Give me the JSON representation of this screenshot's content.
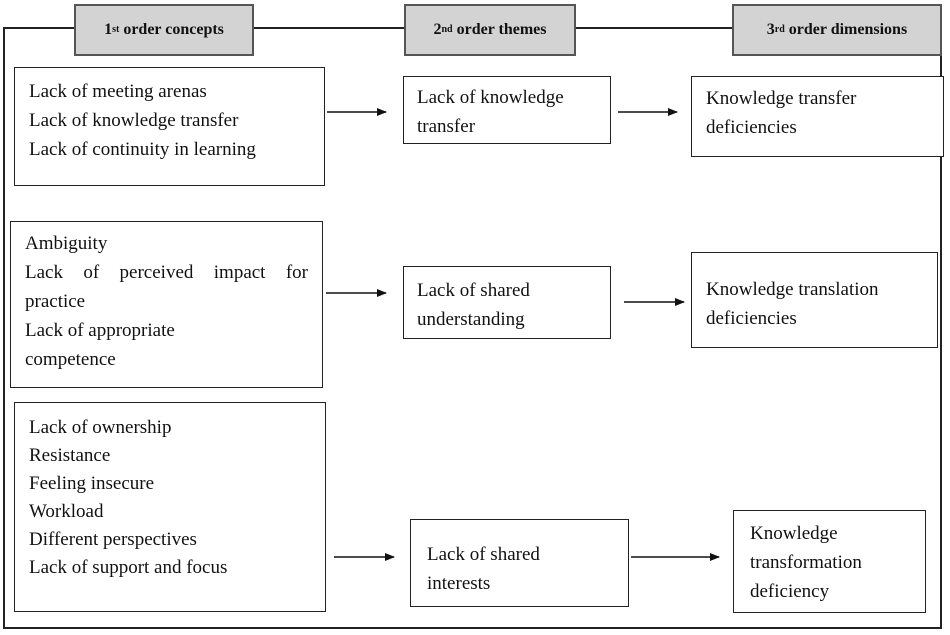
{
  "headers": {
    "first": {
      "num": "1",
      "sup": "st",
      "rest": " order concepts"
    },
    "second": {
      "num": "2",
      "sup": "nd",
      "rest": " order themes"
    },
    "third": {
      "num": "3",
      "sup": "rd",
      "rest": " order dimensions"
    }
  },
  "rows": [
    {
      "concepts": [
        "Lack of meeting arenas",
        "Lack of knowledge transfer",
        "Lack of continuity in learning"
      ],
      "theme": [
        "Lack of knowledge",
        "transfer"
      ],
      "dimension": [
        "Knowledge transfer",
        "deficiencies"
      ]
    },
    {
      "concepts": [
        "Ambiguity",
        "Lack of perceived impact for",
        "practice",
        "Lack of appropriate",
        "competence"
      ],
      "theme": [
        "Lack of shared",
        "understanding"
      ],
      "dimension": [
        "Knowledge translation",
        "deficiencies"
      ]
    },
    {
      "concepts": [
        "Lack of ownership",
        "Resistance",
        "Feeling insecure",
        "Workload",
        "Different perspectives",
        "Lack of support and focus"
      ],
      "theme": [
        "Lack of shared",
        "interests"
      ],
      "dimension": [
        "Knowledge",
        "transformation",
        "deficiency"
      ]
    }
  ],
  "colors": {
    "header_bg": "#d3d3d3",
    "border": "#222222"
  }
}
